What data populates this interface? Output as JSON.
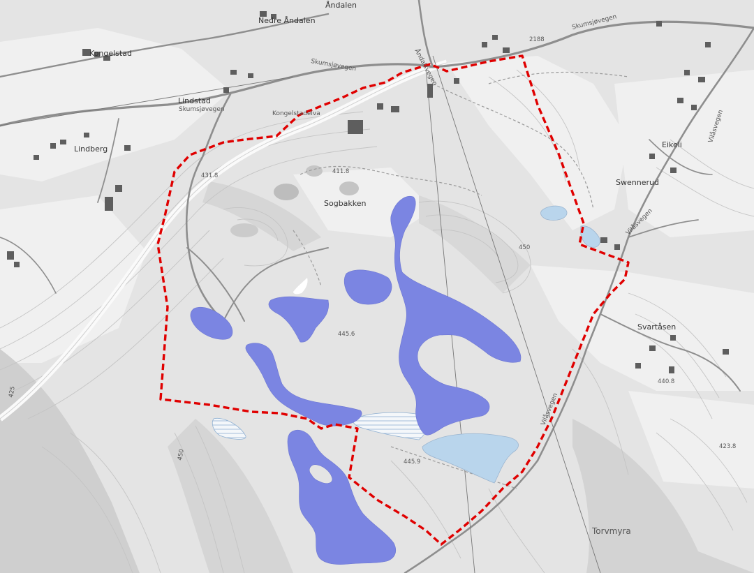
{
  "colors": {
    "boundary": "#e00000",
    "wetland": "#7b85e2",
    "water": "#b9d5ec",
    "marsh_hatch": "#7fa6cf",
    "road": "#8a8a8a",
    "building": "#5e5e5e"
  },
  "places": {
    "kongelstad": "Kongelstad",
    "nedre_andalen": "Nedre Åndalen",
    "andalen": "Åndalen",
    "lindstad": "Lindstad",
    "lindberg": "Lindberg",
    "sogbakken": "Sogbakken",
    "swennerud": "Swennerud",
    "eikeli": "Eikeli",
    "svartasen": "Svartåsen",
    "torvmyra": "Torvmyra"
  },
  "roads": {
    "skumsjovegen_1": "Skumsjøvegen",
    "skumsjovegen_2": "Skumsjøvegen",
    "skumsjovegen_3": "Skumsjøvegen",
    "andalsvegen": "Åndalsvegen",
    "vilasvegen": "Vilåsvegen",
    "vilasvegen_2": "Vilåsvegen",
    "vilasvegen_3": "Vilåsvegen",
    "road_number": "2188",
    "river": "Kongelstadelva"
  },
  "elevations": {
    "e411": "411.8",
    "e431": "431.8",
    "e445_6": "445.6",
    "e445_9": "445.9",
    "e440": "440.8",
    "e423": "423.8",
    "e450": "450",
    "e451": "450",
    "e425": "425"
  }
}
